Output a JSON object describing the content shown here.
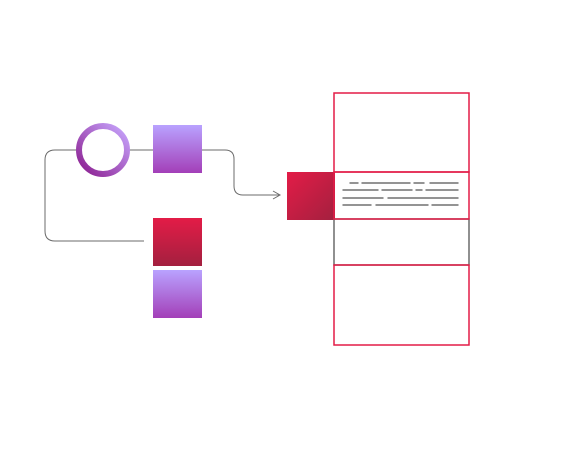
{
  "diagram": {
    "colors": {
      "background": "#ffffff",
      "connector": "#6b6b6b",
      "red": "#e31c47",
      "red_dark": "#a3203f",
      "purple_light": "#b9a2ff",
      "purple_dark": "#a33fb8",
      "ring_light": "#c8a8ff",
      "ring_dark": "#8a1c8e",
      "text_line": "#555555"
    },
    "nodes": [
      {
        "id": "start-ring",
        "shape": "ring",
        "style": "ring-gradient"
      },
      {
        "id": "block-purple-top",
        "shape": "square",
        "style": "purple-gradient"
      },
      {
        "id": "block-red",
        "shape": "square",
        "style": "red-gradient"
      },
      {
        "id": "block-purple-bottom",
        "shape": "square",
        "style": "purple-gradient"
      },
      {
        "id": "block-red-inserted",
        "shape": "square",
        "style": "red-gradient-diagonal"
      }
    ],
    "document_stack": {
      "rows": [
        {
          "id": "row-1",
          "border": "red"
        },
        {
          "id": "row-2-active",
          "border": "red",
          "has_text_lines": true
        },
        {
          "id": "row-3",
          "border": "gray"
        },
        {
          "id": "row-4",
          "border": "red"
        }
      ]
    },
    "connectors": [
      {
        "id": "loop-connector",
        "from": "start-ring",
        "to": "block-red"
      },
      {
        "id": "arrow-connector",
        "from": "block-purple-top",
        "to": "block-red-inserted",
        "arrowhead": "arrow-icon"
      }
    ]
  }
}
